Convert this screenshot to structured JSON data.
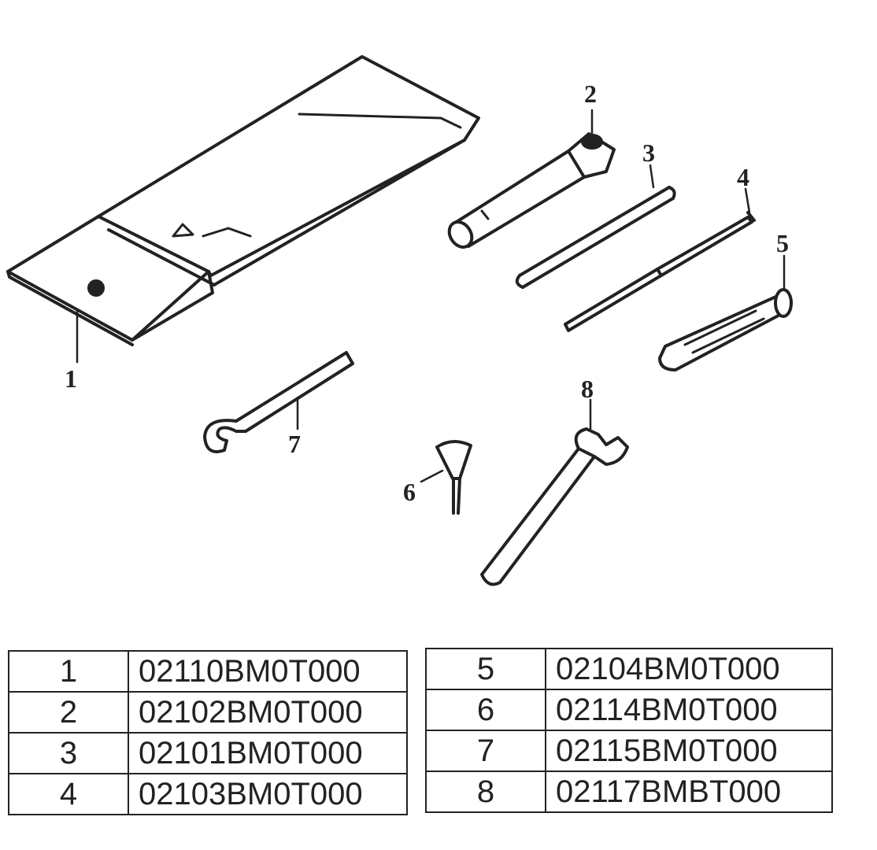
{
  "callouts": [
    "1",
    "2",
    "3",
    "4",
    "5",
    "6",
    "7",
    "8"
  ],
  "parts": [
    {
      "no": "1",
      "code": "02110BM0T000"
    },
    {
      "no": "2",
      "code": "02102BM0T000"
    },
    {
      "no": "3",
      "code": "02101BM0T000"
    },
    {
      "no": "4",
      "code": "02103BM0T000"
    },
    {
      "no": "5",
      "code": "02104BM0T000"
    },
    {
      "no": "6",
      "code": "02114BM0T000"
    },
    {
      "no": "7",
      "code": "02115BM0T000"
    },
    {
      "no": "8",
      "code": "02117BMBT000"
    }
  ]
}
